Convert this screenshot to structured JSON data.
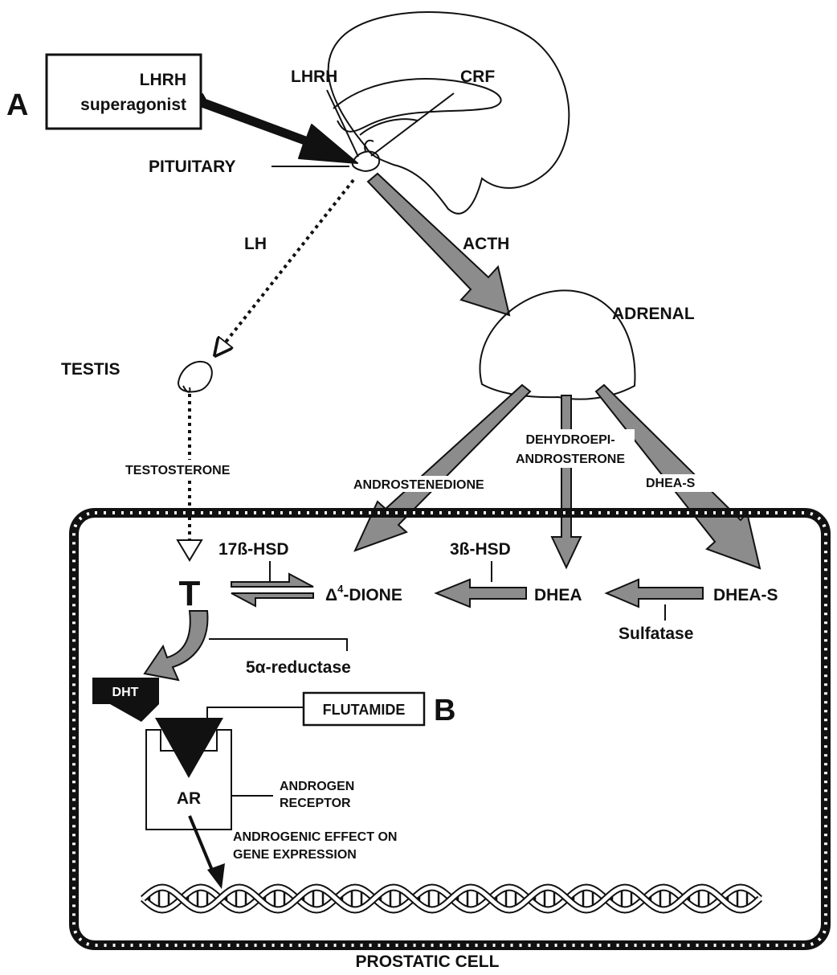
{
  "labels": {
    "panel_a": "A",
    "panel_b": "B",
    "lhrh_box_line1": "LHRH",
    "lhrh_box_line2": "superagonist",
    "lhrh": "LHRH",
    "crf": "CRF",
    "pituitary": "PITUITARY",
    "lh": "LH",
    "acth": "ACTH",
    "adrenal": "ADRENAL",
    "testis": "TESTIS",
    "testosterone": "TESTOSTERONE",
    "androstenedione": "ANDROSTENEDIONE",
    "dheap_line1": "DEHYDROEPI-",
    "dheap_line2": "ANDROSTERONE",
    "dheas_top": "DHEA-S",
    "hsd17": "17ß-HSD",
    "hsd3": "3ß-HSD",
    "t": "T",
    "delta_sym": "Δ",
    "delta_sup": "4",
    "delta_rest": "-DIONE",
    "dhea": "DHEA",
    "dheas": "DHEA-S",
    "sulfatase": "Sulfatase",
    "reductase": "5α-reductase",
    "dht": "DHT",
    "flutamide": "FLUTAMIDE",
    "ar": "AR",
    "receptor_line1": "ANDROGEN",
    "receptor_line2": "RECEPTOR",
    "effect_line1": "ANDROGENIC EFFECT ON",
    "effect_line2": "GENE EXPRESSION",
    "prostatic_cell": "PROSTATIC CELL"
  },
  "colors": {
    "arrow_fill": "#8c8c8c",
    "stroke": "#111111",
    "background": "#ffffff"
  }
}
